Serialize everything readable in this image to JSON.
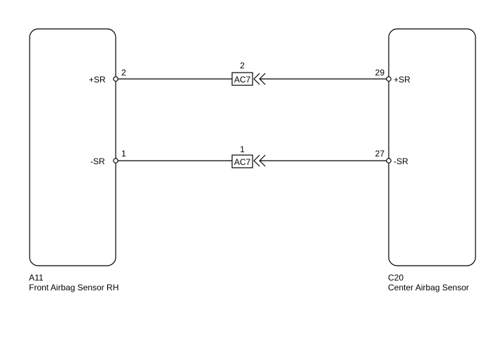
{
  "components": {
    "left": {
      "code": "A11",
      "name": "Front Airbag Sensor RH"
    },
    "right": {
      "code": "C20",
      "name": "Center Airbag Sensor"
    }
  },
  "wires": [
    {
      "left_terminal": "+SR",
      "left_pin": "2",
      "connector": "AC7",
      "connector_pin": "2",
      "right_pin": "29",
      "right_terminal": "+SR"
    },
    {
      "left_terminal": "-SR",
      "left_pin": "1",
      "connector": "AC7",
      "connector_pin": "1",
      "right_pin": "27",
      "right_terminal": "-SR"
    }
  ]
}
